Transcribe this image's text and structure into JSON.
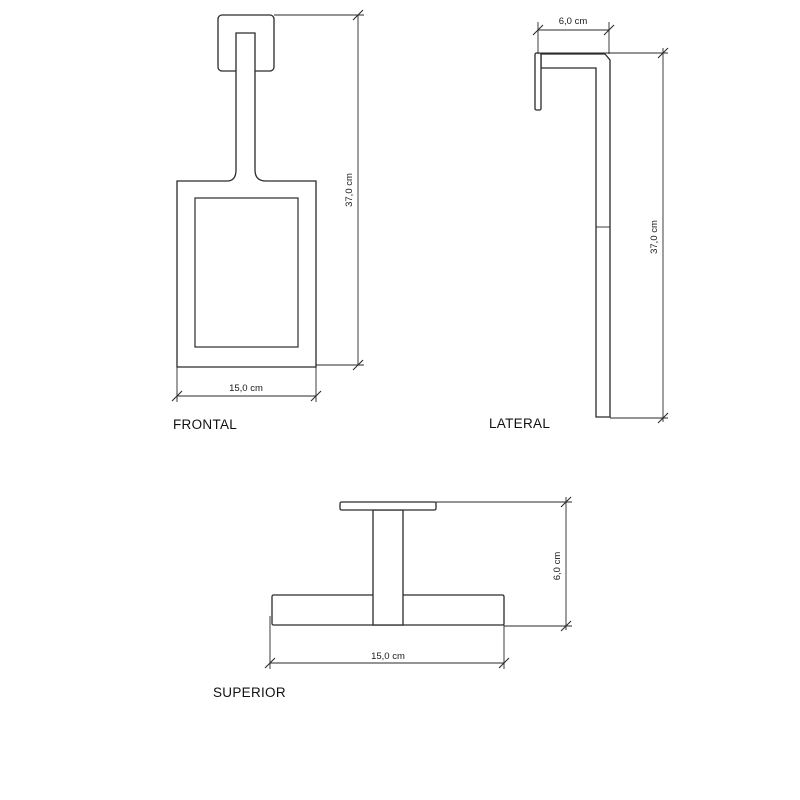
{
  "views": {
    "frontal": {
      "label": "FRONTAL",
      "height_dim": "37,0 cm",
      "width_dim": "15,0 cm"
    },
    "lateral": {
      "label": "LATERAL",
      "depth_dim": "6,0 cm",
      "height_dim": "37,0 cm"
    },
    "superior": {
      "label": "SUPERIOR",
      "depth_dim": "6,0 cm",
      "width_dim": "15,0 cm"
    }
  },
  "colors": {
    "line": "#2a2a2a",
    "background": "#ffffff"
  }
}
